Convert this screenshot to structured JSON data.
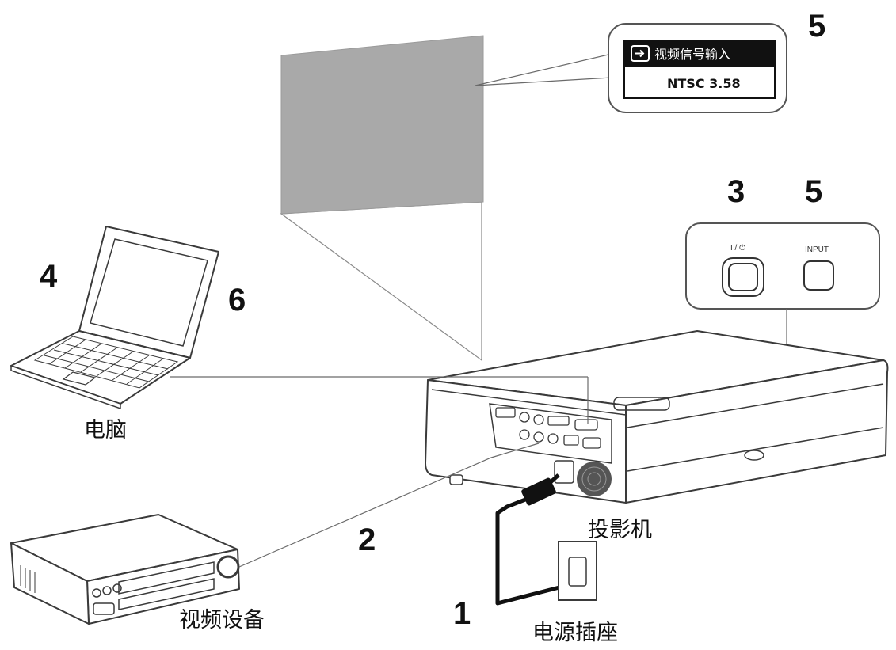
{
  "steps": {
    "power_outlet_step": "1",
    "video_cable_step": "2",
    "power_button_step": "3",
    "computer_step_a": "4",
    "computer_step_b": "6",
    "input_button_step": "5",
    "osd_step": "5"
  },
  "labels": {
    "computer": "电脑",
    "video_device": "视频设备",
    "projector": "投影机",
    "wall_outlet": "电源插座"
  },
  "osd": {
    "title": "视频信号输入",
    "value": "NTSC 3.58",
    "icon": "input-arrow-icon"
  },
  "control_panel": {
    "power_label": "I / ⏻",
    "input_label": "INPUT"
  },
  "colors": {
    "screen": "#a9a9a9",
    "line": "#3a3a3a",
    "osd_header": "#111111"
  }
}
